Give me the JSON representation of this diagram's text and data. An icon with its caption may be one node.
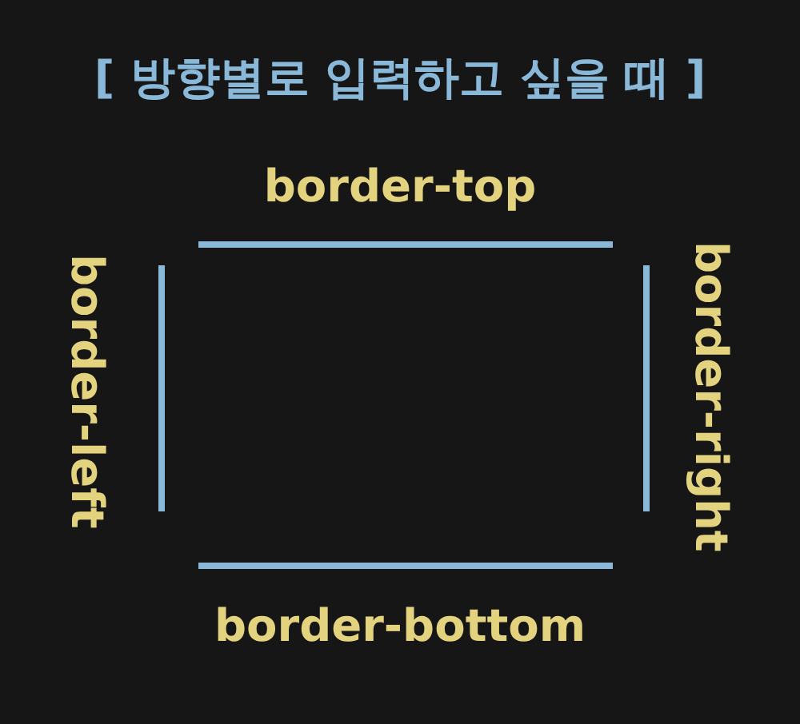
{
  "diagram": {
    "title": "[ 방향별로 입력하고 싶을 때 ]",
    "labels": [
      "border-top",
      "border-left",
      "border-right",
      "border-bottom"
    ]
  }
}
